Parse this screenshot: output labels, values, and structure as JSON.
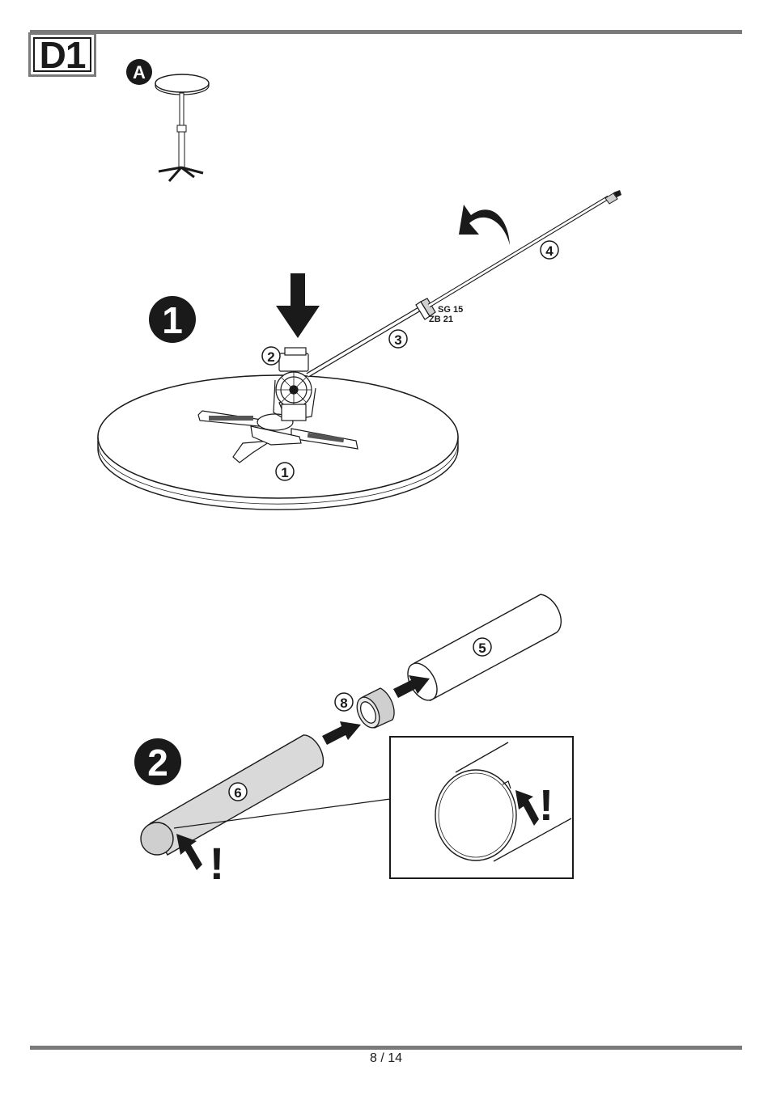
{
  "header": {
    "section_label": "D1"
  },
  "overview": {
    "badge": "A"
  },
  "step1": {
    "number": "1",
    "callouts": {
      "tabletop": "1",
      "mechanism": "2",
      "lower_rod": "3",
      "upper_rod": "4"
    },
    "spec_lines": [
      "SG 15",
      "ZB 21"
    ]
  },
  "step2": {
    "number": "2",
    "callouts": {
      "upper_tube": "5",
      "lower_tube": "6",
      "ring": "8"
    },
    "warning_mark": "!",
    "detail_warning_mark": "!"
  },
  "footer": {
    "page_indicator": "8 / 14"
  },
  "colors": {
    "rule": "#7a7a7a",
    "ink": "#1a1a1a",
    "tube_fill": "#d9d9d9"
  }
}
